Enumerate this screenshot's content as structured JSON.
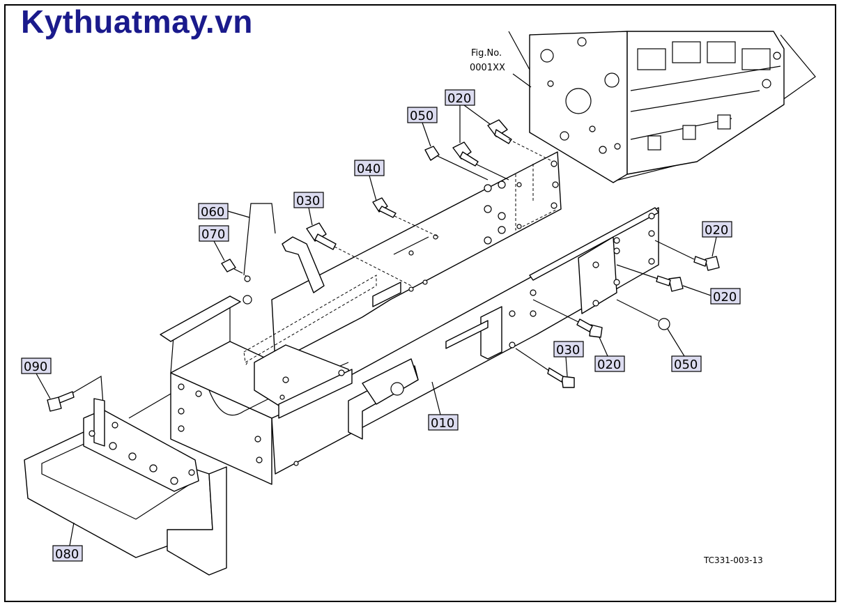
{
  "watermark": "Kythuatmay.vn",
  "figure": {
    "label": "Fig.No.",
    "number": "0001XX"
  },
  "drawing_code": "TC331-003-13",
  "callouts": {
    "c010": "010",
    "c020_top": "020",
    "c020_right_top": "020",
    "c020_right_mid": "020",
    "c020_bottom": "020",
    "c030_upper": "030",
    "c030_lower": "030",
    "c040": "040",
    "c050_top": "050",
    "c050_right": "050",
    "c060": "060",
    "c070": "070",
    "c080": "080",
    "c090": "090"
  }
}
